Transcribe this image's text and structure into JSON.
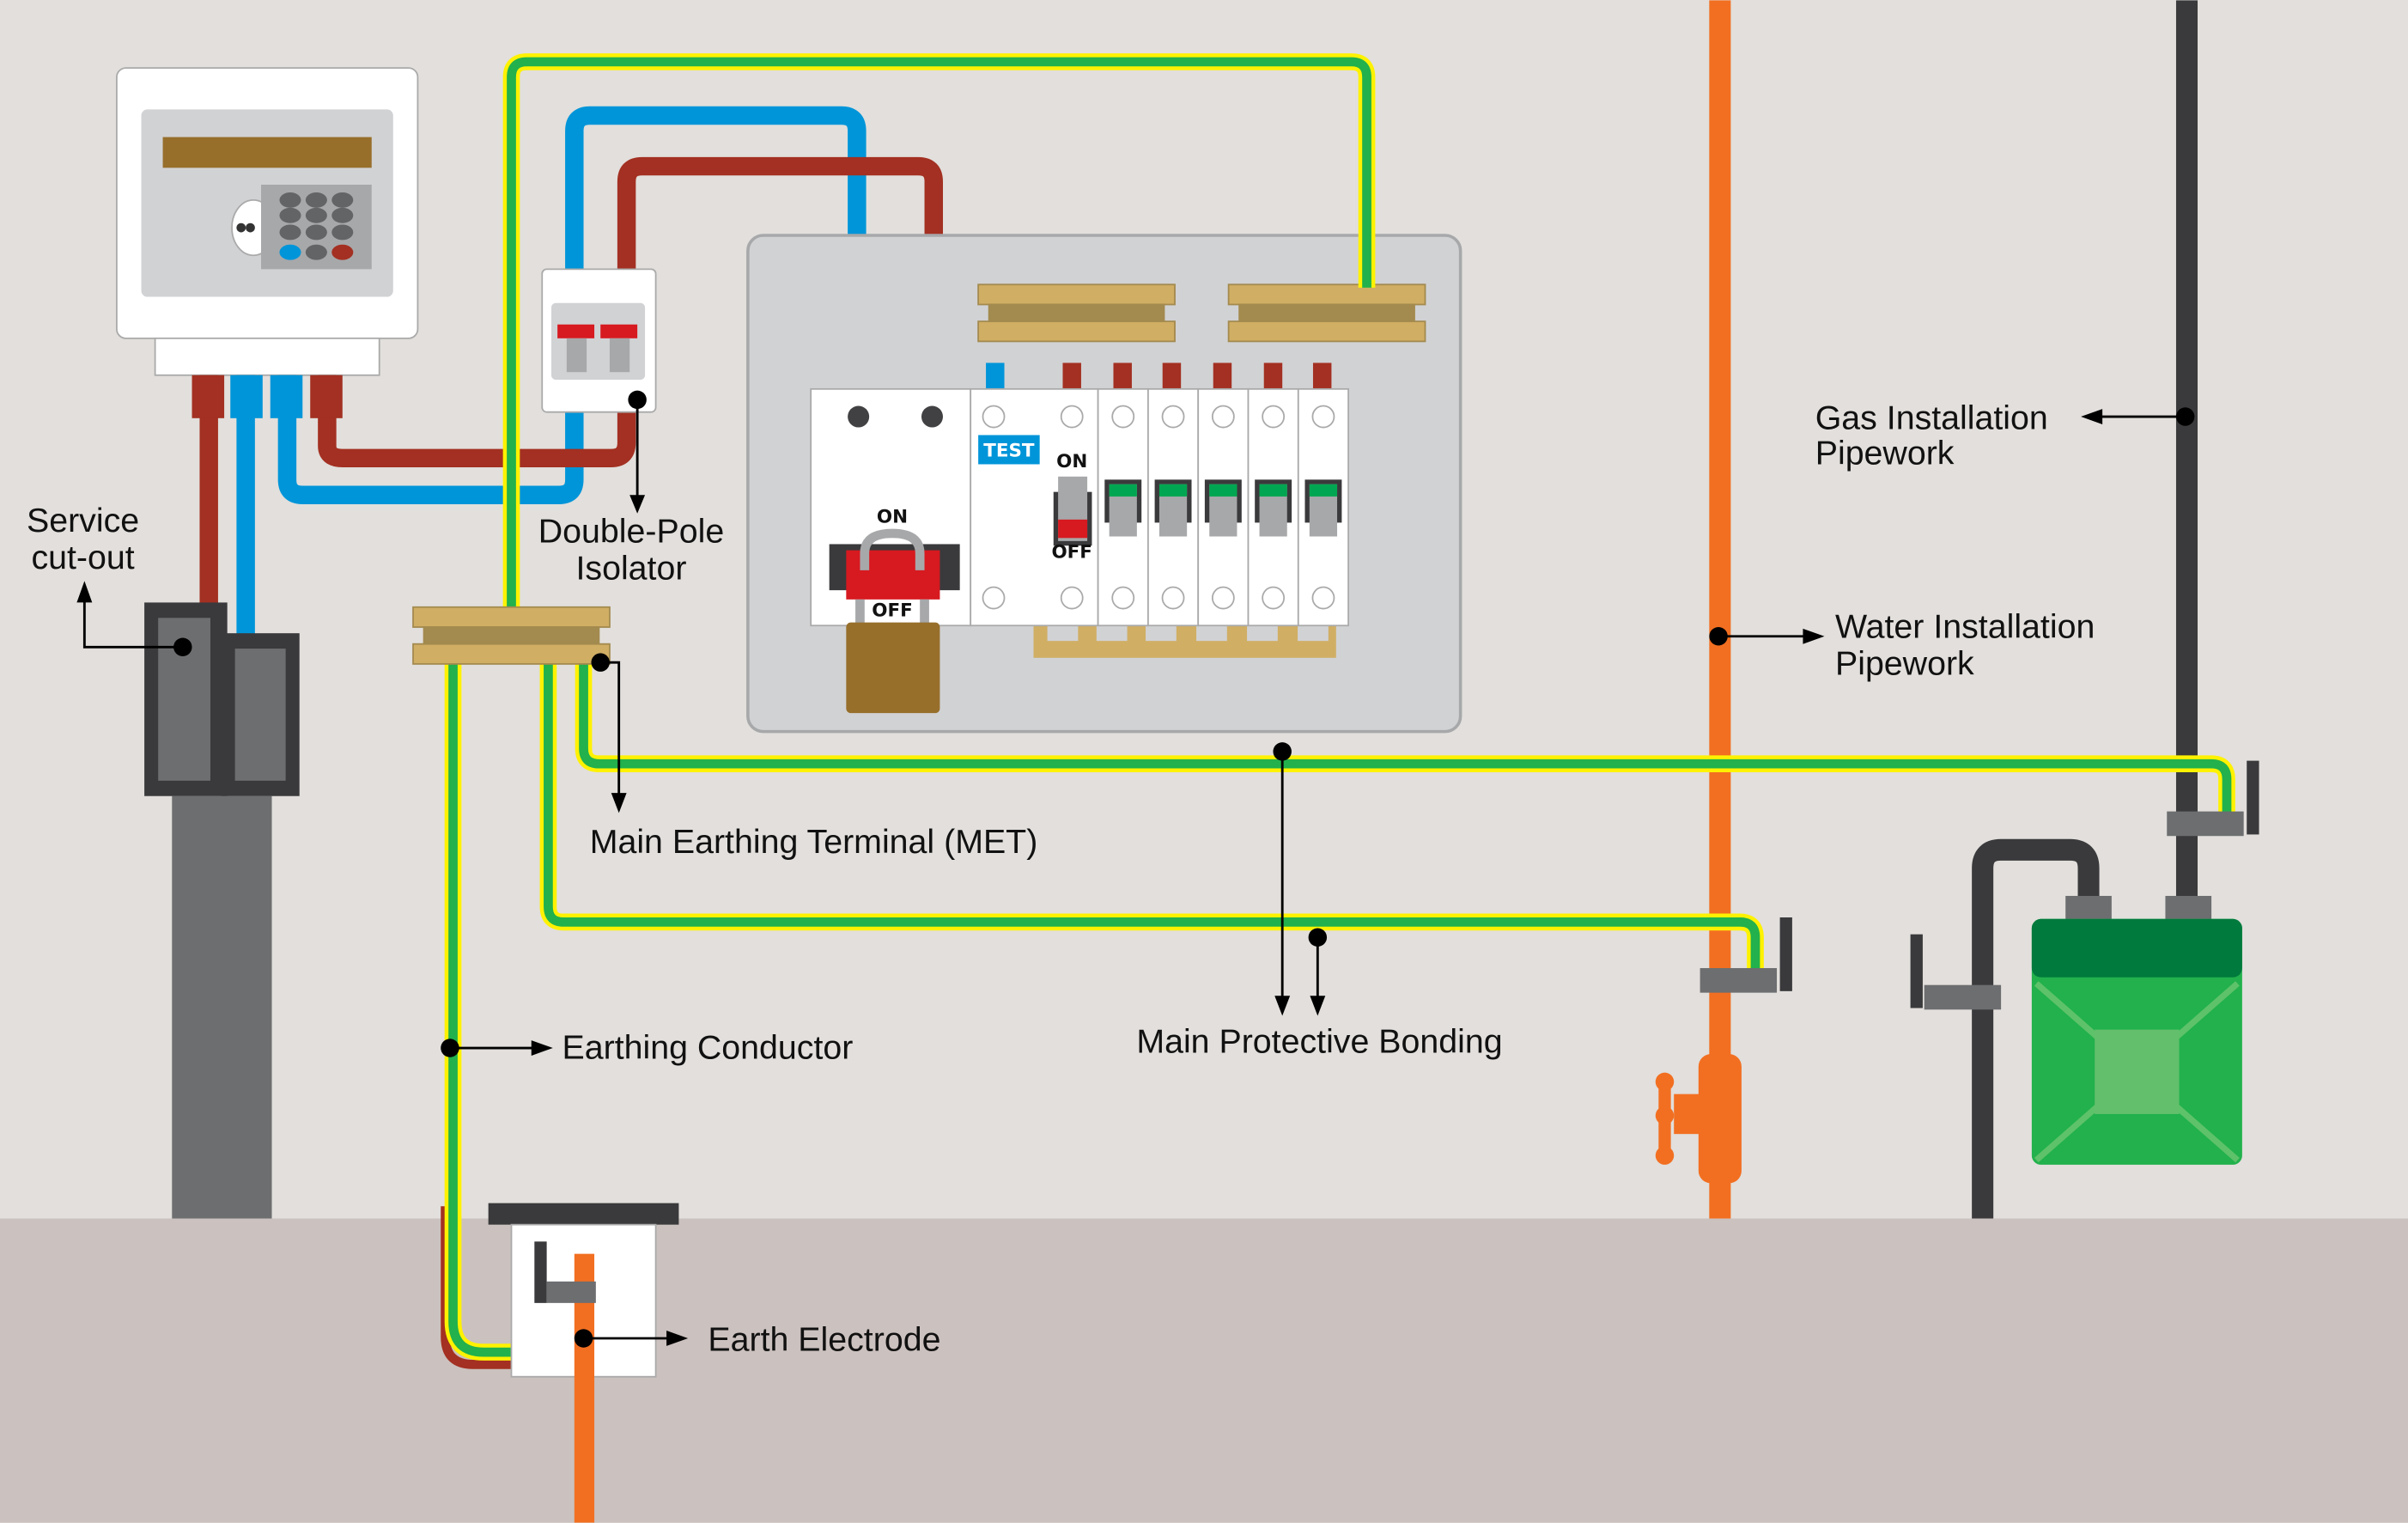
{
  "labels": {
    "service_cutout": [
      "Service",
      "cut-out"
    ],
    "isolator": [
      "Double-Pole",
      "Isolator"
    ],
    "met": "Main Earthing Terminal (MET)",
    "earthing_conductor": "Earthing Conductor",
    "bonding": "Main Protective Bonding",
    "earth_electrode": "Earth Electrode",
    "gas": [
      "Gas Installation",
      "Pipework"
    ],
    "water": [
      "Water Installation",
      "Pipework"
    ]
  },
  "consumer_unit": {
    "test_label": "TEST",
    "main_switch_on": "ON",
    "main_switch_off": "OFF",
    "rcd_on": "ON",
    "rcd_off": "OFF",
    "mcb_count": 5
  },
  "colors": {
    "wall": "#e2dfdc",
    "floor": "#cbc1be",
    "live": "#a33022",
    "neutral": "#0095d9",
    "earth_green": "#22b14c",
    "earth_yellow": "#fff200",
    "water_pipe": "#f26f21",
    "gas_pipe": "#3a3a3c",
    "brass": "#d0ae64"
  }
}
